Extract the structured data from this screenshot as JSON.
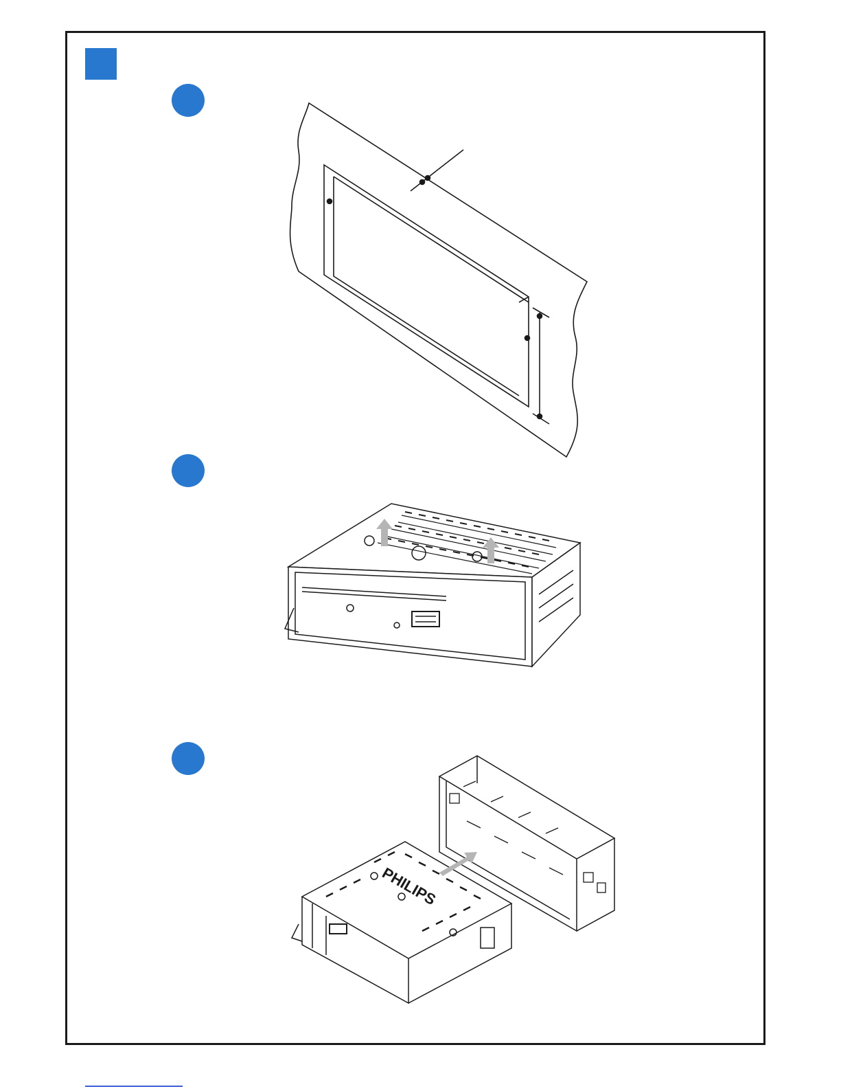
{
  "page": {
    "accent_color": "#2878cf",
    "line_color": "#1a1a1a",
    "arrow_color": "#b5b5b5",
    "link_color": "#3b5bdb"
  },
  "steps": [
    {
      "marker": "step-1-dot",
      "illustration": "dashboard-mounting-opening"
    },
    {
      "marker": "step-2-dot",
      "illustration": "remove-mounting-sleeve-from-unit"
    },
    {
      "marker": "step-3-dot",
      "illustration": "unit-and-mounting-sleeve"
    }
  ],
  "illustration3": {
    "brand": "PHILIPS"
  }
}
